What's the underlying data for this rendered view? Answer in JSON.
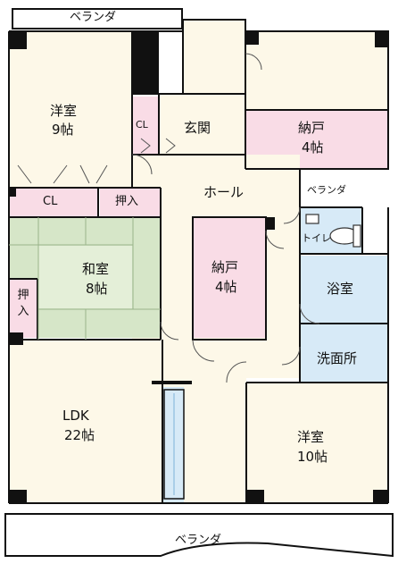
{
  "rooms": {
    "balcony_top": "ベランダ",
    "western_nw": {
      "name": "洋室",
      "size": "9帖"
    },
    "cl_small": "CL",
    "entrance": "玄関",
    "storage_ne": {
      "name": "納戸",
      "size": "4帖"
    },
    "cl_nw": "CL",
    "oshiire_top": "押入",
    "hall": "ホール",
    "balcony_right": "ベランダ",
    "toilet": "トイレ",
    "japanese": {
      "name": "和室",
      "size": "8帖"
    },
    "oshiire_left": "押入",
    "storage_center": {
      "name": "納戸",
      "size": "4帖"
    },
    "bath": "浴室",
    "washroom": "洗面所",
    "ldk": {
      "name": "LDK",
      "size": "22帖"
    },
    "western_se": {
      "name": "洋室",
      "size": "10帖"
    },
    "balcony_bottom": "ベランダ"
  },
  "colors": {
    "western": "#fdf8e8",
    "storage": "#f9dce6",
    "japanese": "#d6e6c8",
    "tatami_line": "#9ab48a",
    "wet": "#d7eaf7",
    "hall": "#fdf8e8",
    "balcony": "#ffffff",
    "wall": "#111111"
  }
}
